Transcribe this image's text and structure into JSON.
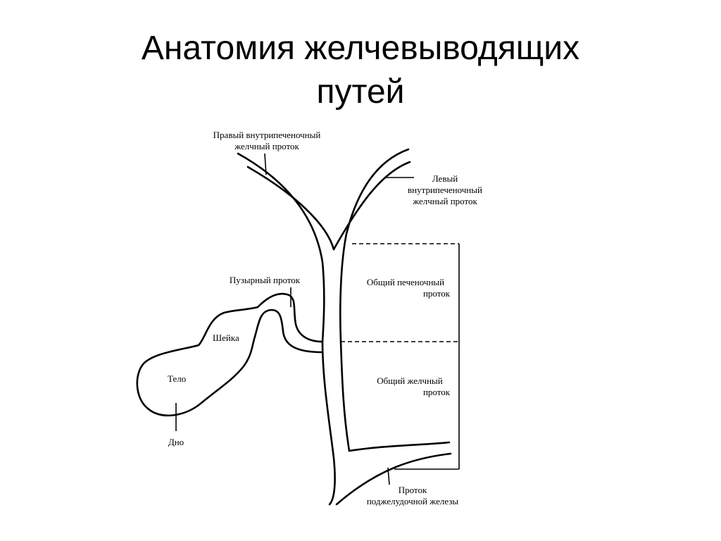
{
  "title": {
    "line1": "Анатомия желчевыводящих",
    "line2": "путей"
  },
  "labels": {
    "right_intrahepatic_line1": "Правый внутрипеченочный",
    "right_intrahepatic_line2": "желчный проток",
    "left_intrahepatic_line1": "Левый",
    "left_intrahepatic_line2": "внутрипеченочный",
    "left_intrahepatic_line3": "желчный проток",
    "cystic_duct": "Пузырный проток",
    "neck": "Шейка",
    "body": "Тело",
    "fundus": "Дно",
    "common_hepatic_line1": "Общий печеночный",
    "common_hepatic_line2": "проток",
    "common_bile_line1": "Общий желчный",
    "common_bile_line2": "проток",
    "pancreatic_line1": "Проток",
    "pancreatic_line2": "поджелудочной железы"
  }
}
